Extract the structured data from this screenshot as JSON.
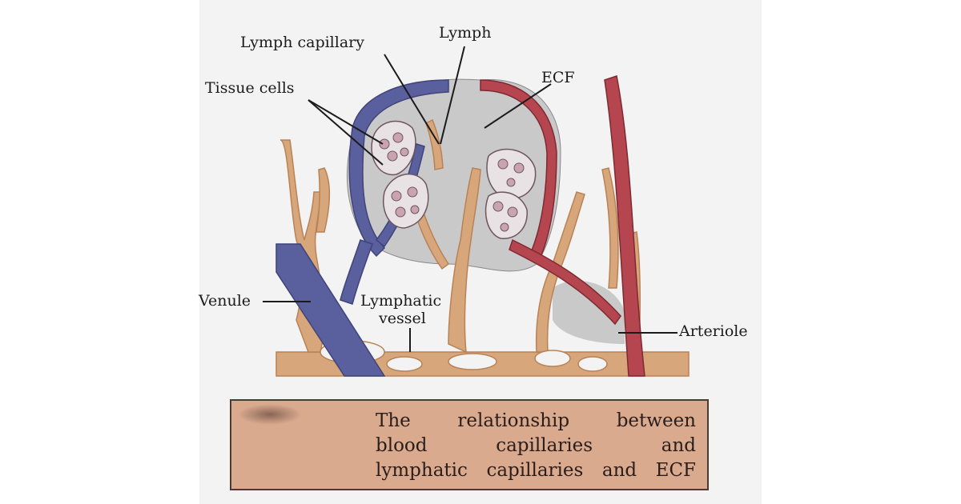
{
  "labels": {
    "lymph_capillary": "Lymph capillary",
    "lymph": "Lymph",
    "tissue_cells": "Tissue cells",
    "ecf": "ECF",
    "venule": "Venule",
    "lymphatic_vessel_line1": "Lymphatic",
    "lymphatic_vessel_line2": "vessel",
    "arteriole": "Arteriole"
  },
  "caption": {
    "line1": "The relationship between",
    "line2": "blood capillaries and",
    "line3": "lymphatic capillaries and ECF"
  },
  "colors": {
    "venule": "#5a5f9e",
    "arteriole": "#b5454f",
    "lymph_vessel": "#d7a67a",
    "ecf": "#c9c9c9",
    "caption_bg": "#d9aa8e"
  }
}
